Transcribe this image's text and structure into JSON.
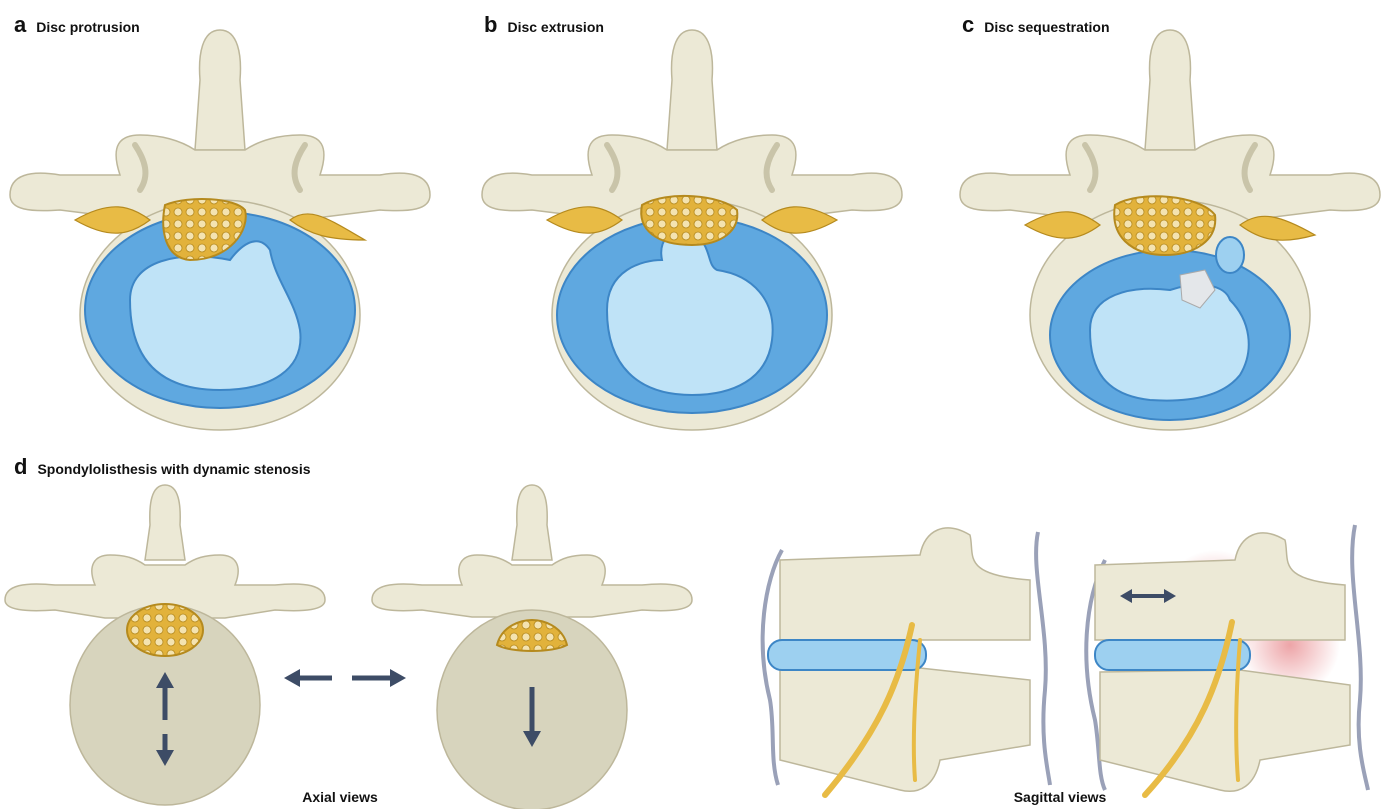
{
  "panels": {
    "a": {
      "letter": "a",
      "title": "Disc protrusion"
    },
    "b": {
      "letter": "b",
      "title": "Disc extrusion"
    },
    "c": {
      "letter": "c",
      "title": "Disc sequestration"
    },
    "d": {
      "letter": "d",
      "title": "Spondylolisthesis with dynamic stenosis"
    }
  },
  "captions": {
    "axial": "Axial views",
    "sagittal": "Sagittal views"
  },
  "colors": {
    "bone": "#ece9d6",
    "bone_stroke": "#bdb79b",
    "bone_shade": "#d9d5bd",
    "cord": "#e8bb45",
    "cord_stroke": "#b58a1e",
    "disc_outer": "#5fa8e0",
    "disc_inner": "#bfe3f7",
    "disc_stroke": "#3d86c6",
    "arrow": "#3d4c66",
    "nerve": "#e8bb45",
    "dura": "#9aa1b8",
    "inflammation": "#e7868a"
  }
}
